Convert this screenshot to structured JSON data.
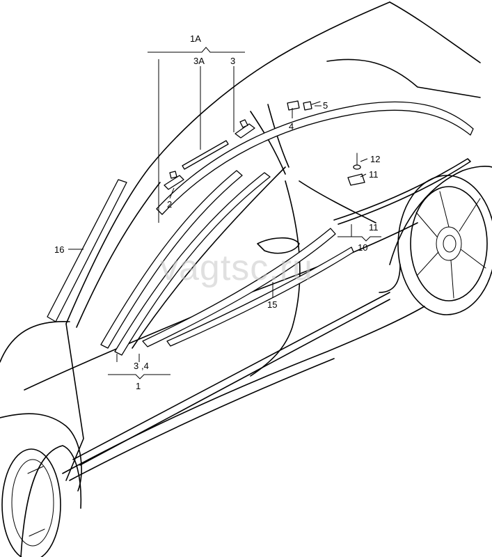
{
  "watermark": "vagtsc.ru",
  "callouts": {
    "c1a": "1A",
    "c3a": "3A",
    "c3": "3",
    "c2": "2",
    "c4": "4",
    "c5": "5",
    "c12": "12",
    "c11_right": "11",
    "c11_bottom": "11",
    "c10": "10",
    "c16": "16",
    "c15": "15",
    "c34a": "3",
    "c34b": ",4",
    "c1": "1"
  }
}
